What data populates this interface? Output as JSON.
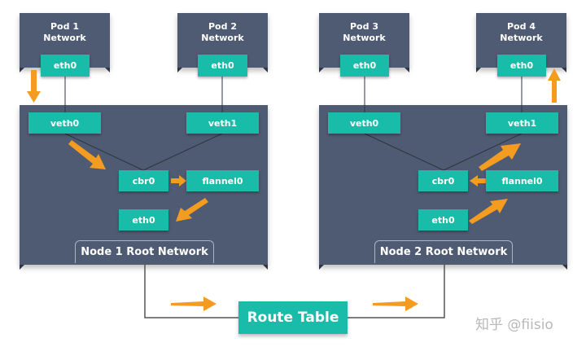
{
  "diagram": {
    "pods": [
      {
        "title_line1": "Pod 1",
        "title_line2": "Network",
        "iface": "eth0"
      },
      {
        "title_line1": "Pod 2",
        "title_line2": "Network",
        "iface": "eth0"
      },
      {
        "title_line1": "Pod 3",
        "title_line2": "Network",
        "iface": "eth0"
      },
      {
        "title_line1": "Pod 4",
        "title_line2": "Network",
        "iface": "eth0"
      }
    ],
    "nodes": [
      {
        "label": "Node 1 Root Network",
        "veth_left": "veth0",
        "veth_right": "veth1",
        "bridge": "cbr0",
        "tunnel": "flannel0",
        "eth": "eth0"
      },
      {
        "label": "Node 2 Root Network",
        "veth_left": "veth0",
        "veth_right": "veth1",
        "bridge": "cbr0",
        "tunnel": "flannel0",
        "eth": "eth0"
      }
    ],
    "route_table": "Route Table",
    "watermark": "知乎 @fiisio",
    "colors": {
      "node_bg": "#4f5b73",
      "iface": "#18bca9",
      "arrow": "#f39c1f",
      "line": "#333333"
    }
  }
}
